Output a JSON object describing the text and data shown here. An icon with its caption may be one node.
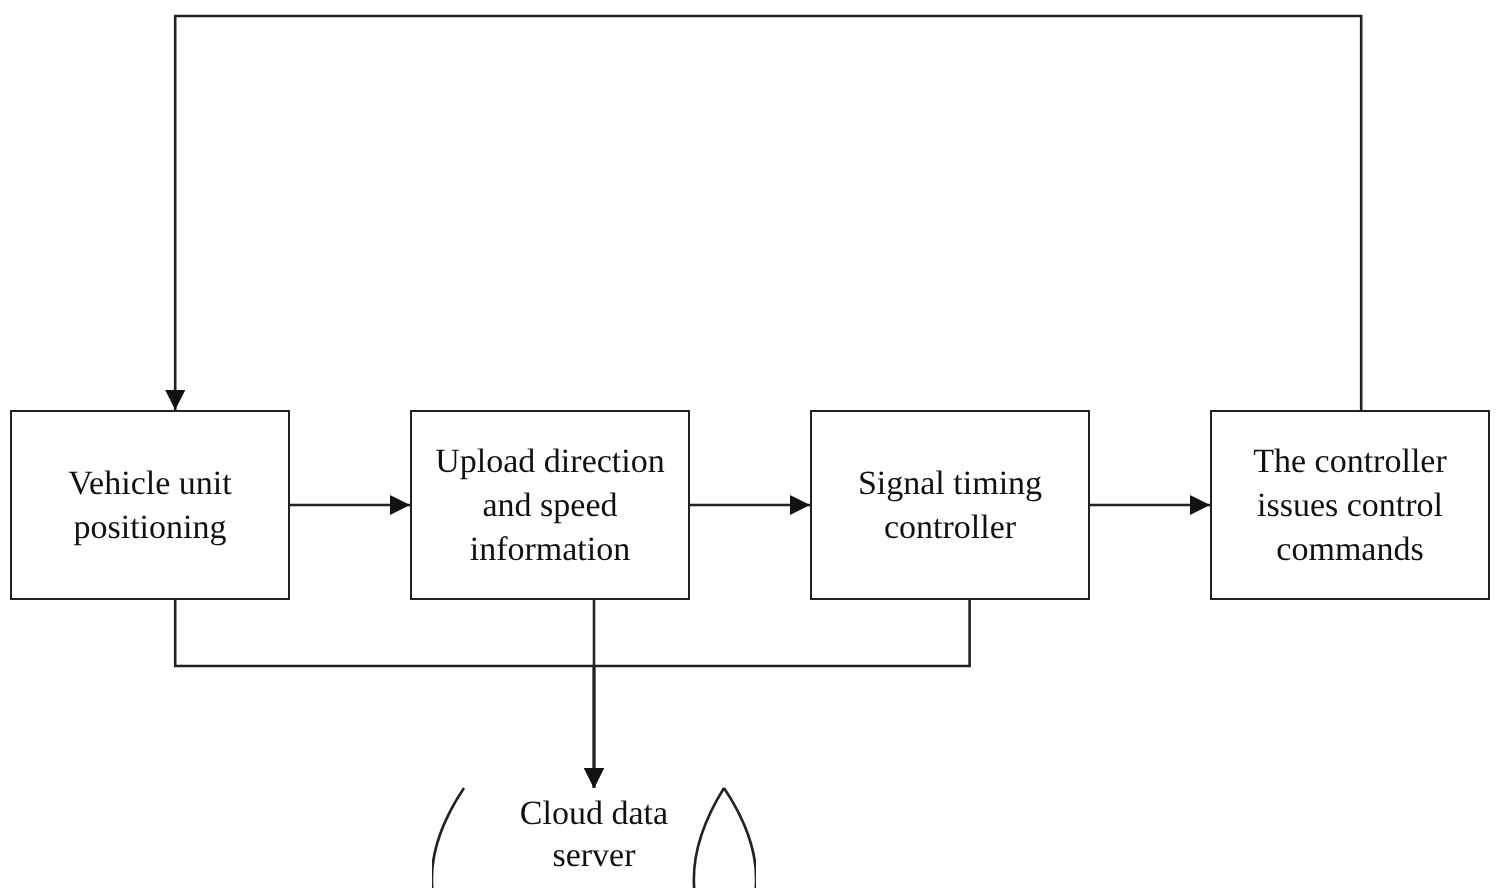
{
  "diagram": {
    "nodes": [
      {
        "text": [
          "Vehicle unit positioning"
        ]
      },
      {
        "text": [
          "Upload direction and speed information"
        ]
      },
      {
        "text": [
          "Signal timing controller"
        ]
      },
      {
        "text": [
          "The controller issues control commands"
        ]
      },
      {
        "text": [
          "Cloud data server"
        ]
      }
    ],
    "edges": [
      {
        "from": 0,
        "to": 1,
        "arrow": "to"
      },
      {
        "from": 1,
        "to": 2,
        "arrow": "to"
      },
      {
        "from": 2,
        "to": 3,
        "arrow": "to"
      },
      {
        "from": 3,
        "to": 0,
        "arrow": "to"
      },
      {
        "from": 0,
        "to": 4,
        "arrow": "to"
      },
      {
        "from": 1,
        "to": 4,
        "arrow": "to"
      },
      {
        "from": 2,
        "to": 4,
        "arrow": "to"
      }
    ]
  }
}
